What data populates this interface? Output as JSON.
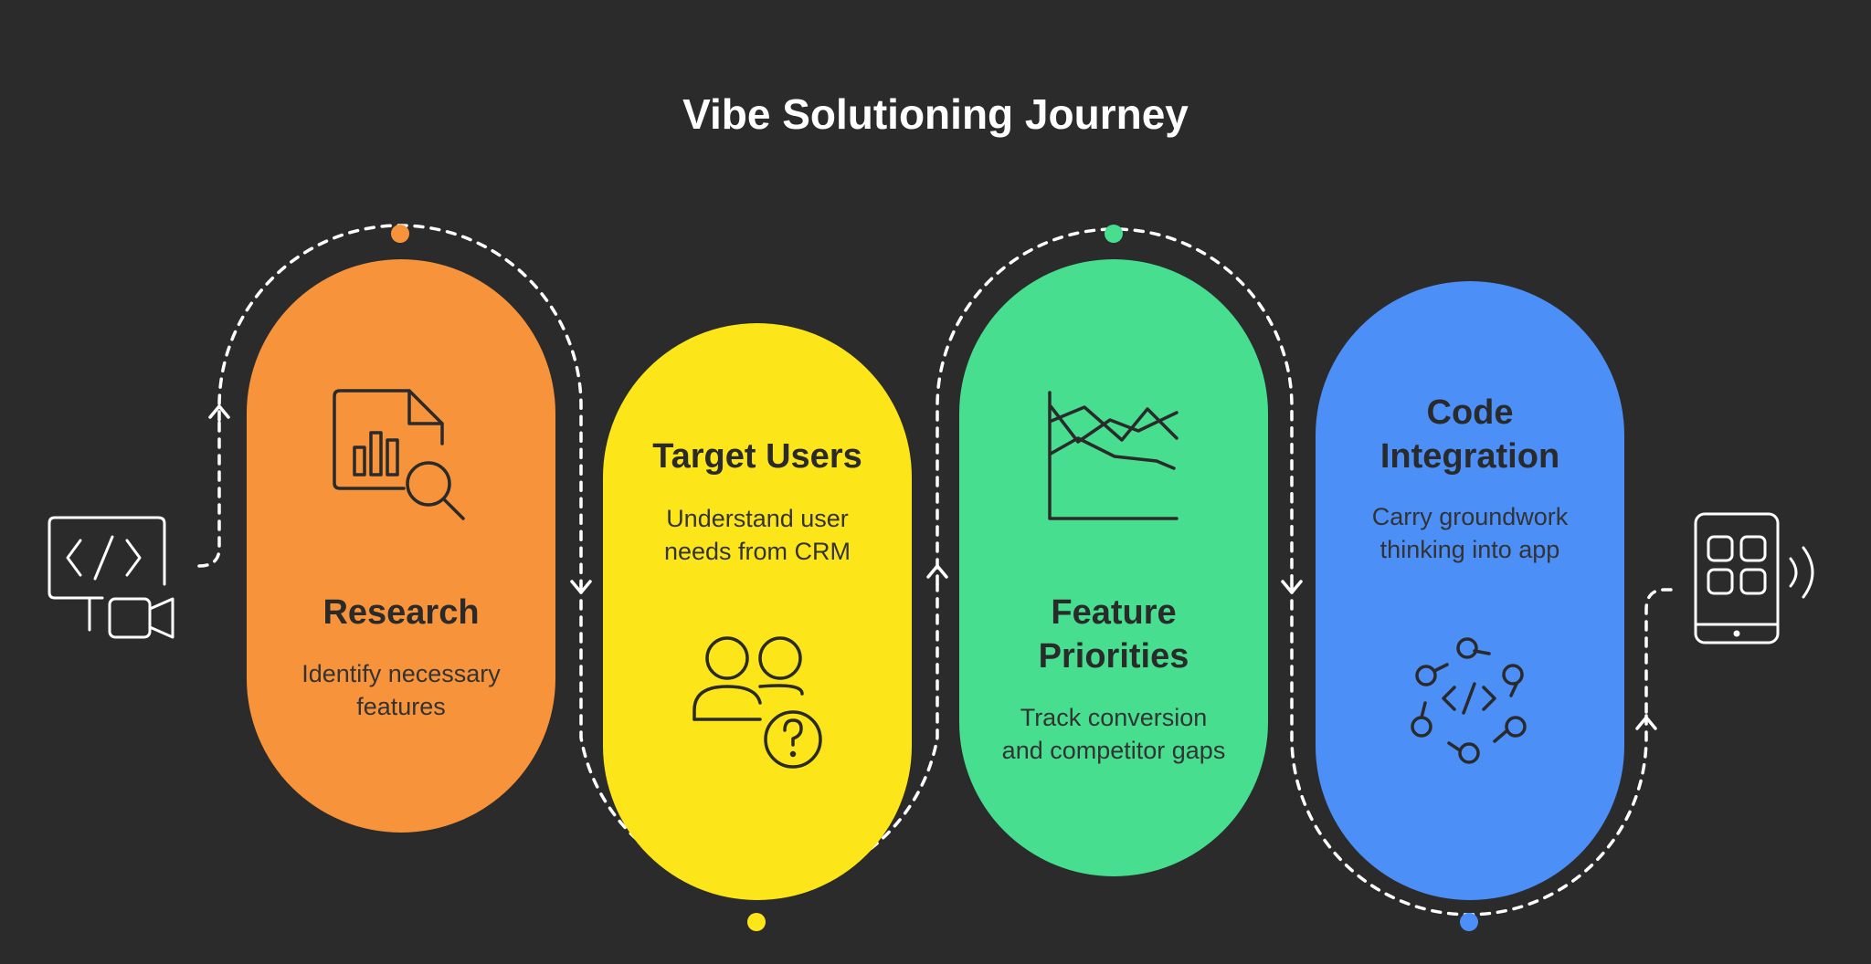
{
  "title": "Vibe Solutioning Journey",
  "colors": {
    "background": "#2b2b2b",
    "research": "#f7943b",
    "target_users": "#fce619",
    "feature_priorities": "#48de8f",
    "code_integration": "#4c8ff7"
  },
  "steps": [
    {
      "title": "Research",
      "description": "Identify necessary\nfeatures",
      "icon": "document-chart-search-icon"
    },
    {
      "title": "Target Users",
      "description": "Understand user\nneeds from CRM",
      "icon": "users-question-icon"
    },
    {
      "title": "Feature\nPriorities",
      "description": "Track conversion\nand competitor gaps",
      "icon": "line-chart-icon"
    },
    {
      "title": "Code\nIntegration",
      "description": "Carry groundwork\nthinking into app",
      "icon": "code-integration-icon"
    }
  ],
  "start_icon": "code-monitor-video-icon",
  "end_icon": "mobile-app-signal-icon"
}
